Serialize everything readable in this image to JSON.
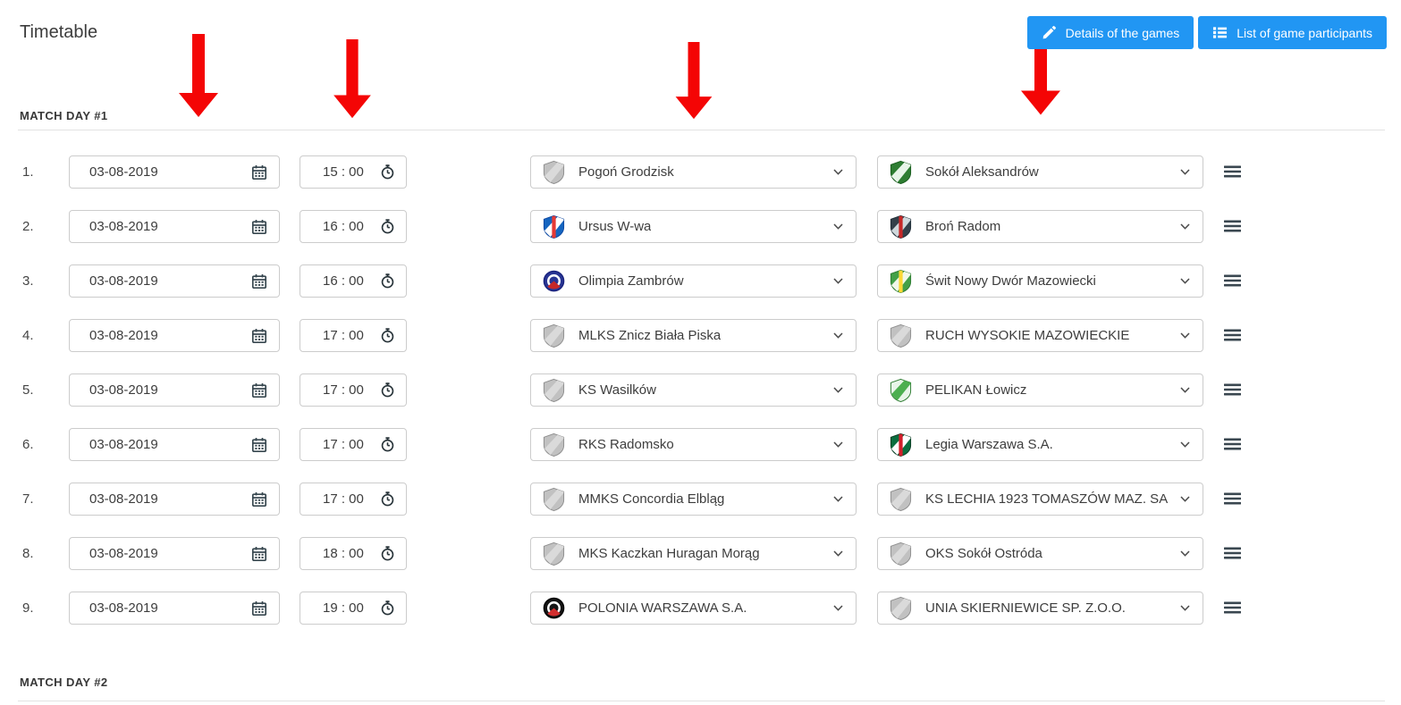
{
  "page": {
    "title": "Timetable"
  },
  "toolbar": {
    "buttons": [
      {
        "label": "Details of the games",
        "icon": "pencil-icon"
      },
      {
        "label": "List of game participants",
        "icon": "list-icon"
      }
    ]
  },
  "colors": {
    "accent": "#2196f3",
    "arrow": "#f40505",
    "button_text": "#ffffff"
  },
  "annotations": {
    "red_arrows_count": 4
  },
  "sections": [
    {
      "label": "MATCH DAY #1",
      "rows": [
        {
          "index": "1.",
          "date": "03-08-2019",
          "time": "15 : 00",
          "home": {
            "name": "Pogoń Grodzisk",
            "logo": "generic"
          },
          "away": {
            "name": "Sokół Aleksandrów",
            "logo": "sokol_aleksandrow"
          }
        },
        {
          "index": "2.",
          "date": "03-08-2019",
          "time": "16 : 00",
          "home": {
            "name": "Ursus W-wa",
            "logo": "ursus"
          },
          "away": {
            "name": "Broń Radom",
            "logo": "bron_radom"
          }
        },
        {
          "index": "3.",
          "date": "03-08-2019",
          "time": "16 : 00",
          "home": {
            "name": "Olimpia Zambrów",
            "logo": "olimpia_zambrow"
          },
          "away": {
            "name": "Świt Nowy Dwór Mazowiecki",
            "logo": "swit_ndm"
          }
        },
        {
          "index": "4.",
          "date": "03-08-2019",
          "time": "17 : 00",
          "home": {
            "name": "MLKS Znicz Biała Piska",
            "logo": "generic"
          },
          "away": {
            "name": "RUCH WYSOKIE MAZOWIECKIE",
            "logo": "generic"
          }
        },
        {
          "index": "5.",
          "date": "03-08-2019",
          "time": "17 : 00",
          "home": {
            "name": "KS Wasilków",
            "logo": "generic"
          },
          "away": {
            "name": "PELIKAN Łowicz",
            "logo": "pelikan_lowicz"
          }
        },
        {
          "index": "6.",
          "date": "03-08-2019",
          "time": "17 : 00",
          "home": {
            "name": "RKS Radomsko",
            "logo": "generic"
          },
          "away": {
            "name": "Legia Warszawa S.A.",
            "logo": "legia"
          }
        },
        {
          "index": "7.",
          "date": "03-08-2019",
          "time": "17 : 00",
          "home": {
            "name": "MMKS Concordia Elbląg",
            "logo": "generic"
          },
          "away": {
            "name": "KS LECHIA 1923 TOMASZÓW MAZ. SA",
            "logo": "generic"
          }
        },
        {
          "index": "8.",
          "date": "03-08-2019",
          "time": "18 : 00",
          "home": {
            "name": "MKS Kaczkan Huragan Morąg",
            "logo": "generic"
          },
          "away": {
            "name": "OKS Sokół Ostróda",
            "logo": "generic"
          }
        },
        {
          "index": "9.",
          "date": "03-08-2019",
          "time": "19 : 00",
          "home": {
            "name": "POLONIA WARSZAWA S.A.",
            "logo": "polonia"
          },
          "away": {
            "name": "UNIA SKIERNIEWICE SP. Z.O.O.",
            "logo": "generic"
          }
        }
      ]
    },
    {
      "label": "MATCH DAY #2",
      "rows": []
    }
  ],
  "logos": {
    "generic": {
      "type": "shield",
      "colors": [
        "#c1c1c1",
        "#dadada"
      ],
      "outline": "#8f8f8f"
    },
    "sokol_aleksandrow": {
      "type": "shield",
      "colors": [
        "#2e7d32",
        "#e8f5e9"
      ],
      "outline": "#1b5e20"
    },
    "ursus": {
      "type": "shield",
      "colors": [
        "#1565c0",
        "#ffffff",
        "#e53935"
      ],
      "outline": "#0d47a1"
    },
    "bron_radom": {
      "type": "shield",
      "colors": [
        "#34404a",
        "#cfd8dc",
        "#c62828"
      ],
      "outline": "#22303a"
    },
    "olimpia_zambrow": {
      "type": "circle",
      "colors": [
        "#283593",
        "#ffffff",
        "#c62828"
      ],
      "outline": "#1a237e"
    },
    "swit_ndm": {
      "type": "shield",
      "colors": [
        "#43a047",
        "#f1f8e9",
        "#fdd835"
      ],
      "outline": "#2e7d32"
    },
    "pelikan_lowicz": {
      "type": "shield",
      "colors": [
        "#e8f5e9",
        "#4caf50"
      ],
      "outline": "#2e7d32"
    },
    "legia": {
      "type": "shield",
      "colors": [
        "#0b6e3f",
        "#ffffff",
        "#d21f2b"
      ],
      "outline": "#0a3d23"
    },
    "polonia": {
      "type": "circle",
      "colors": [
        "#141414",
        "#ffffff",
        "#d32f2f"
      ],
      "outline": "#000000"
    }
  }
}
